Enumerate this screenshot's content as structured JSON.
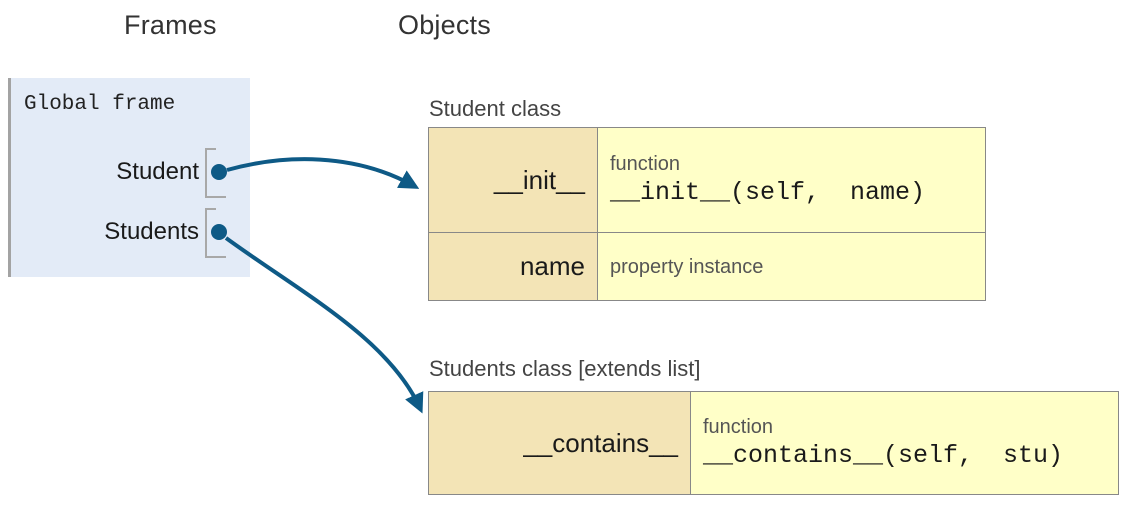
{
  "headers": {
    "frames": "Frames",
    "objects": "Objects"
  },
  "global_frame": {
    "title": "Global frame",
    "variables": [
      {
        "name": "Student"
      },
      {
        "name": "Students"
      }
    ]
  },
  "objects": [
    {
      "label": "Student class",
      "rows": [
        {
          "attr": "__init__",
          "type_label": "function",
          "code": "__init__(self,  name)"
        },
        {
          "attr": "name",
          "type_label": "property instance"
        }
      ]
    },
    {
      "label": "Students class [extends list]",
      "rows": [
        {
          "attr": "__contains__",
          "type_label": "function",
          "code": "__contains__(self,  stu)"
        }
      ]
    }
  ],
  "colors": {
    "arrow_blue": "#0e5a86",
    "frame_background": "#e3ebf7",
    "attr_cell_background": "#f3e4b6",
    "value_cell_background": "#ffffc8",
    "table_border": "#888888",
    "bracket_gray": "#a8a8a8"
  }
}
